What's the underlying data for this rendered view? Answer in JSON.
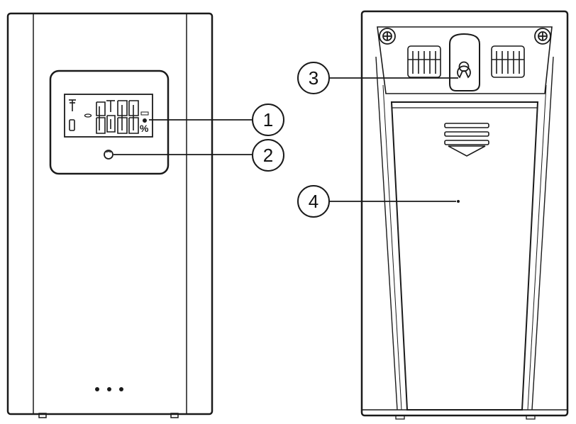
{
  "callouts": [
    {
      "number": "1",
      "target": "lcd-display"
    },
    {
      "number": "2",
      "target": "sensor-button"
    },
    {
      "number": "3",
      "target": "wall-mount-hole"
    },
    {
      "number": "4",
      "target": "battery-compartment"
    }
  ],
  "lcd": {
    "humidity_unit": "%"
  }
}
